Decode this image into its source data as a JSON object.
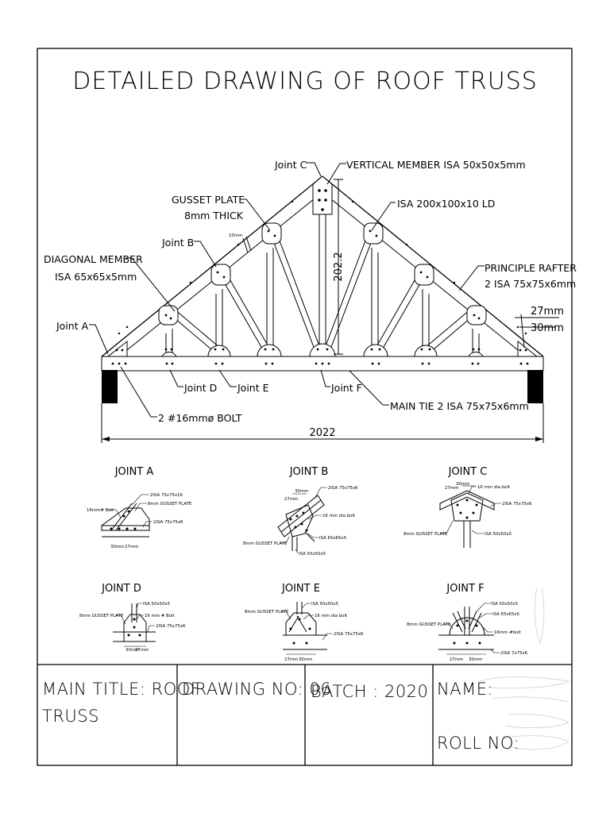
{
  "title": "DETAILED DRAWING OF ROOF TRUSS",
  "callouts": {
    "joint_c": "Joint C",
    "vertical_member": "VERTICAL MEMBER ISA 50x50x5mm",
    "gusset_plate_1": "GUSSET PLATE",
    "gusset_plate_2": "8mm THICK",
    "isa_ld": "ISA 200x100x10 LD",
    "joint_b": "Joint B",
    "diagonal_member_1": "DIAGONAL MEMBER",
    "diagonal_member_2": "ISA 65x65x5mm",
    "principle_rafter_1": "PRINCIPLE RAFTER",
    "principle_rafter_2": "2 ISA 75x75x6mm",
    "joint_a": "Joint A",
    "joint_d": "Joint D",
    "joint_e": "Joint E",
    "joint_f": "Joint F",
    "main_tie": "MAIN TIE 2 ISA 75x75x6mm",
    "bolt": "2 #16mmø BOLT"
  },
  "dimensions": {
    "height": "202.2",
    "span": "2022",
    "d27": "27mm",
    "d30": "30mm",
    "d10": "10mm"
  },
  "details": {
    "joint_a": {
      "title": "JOINT A",
      "labels": [
        "2ISA 75x75x16",
        "8mm GUSSET PLATE",
        "16mm# Bolt",
        "2ISA 75x75x6"
      ],
      "dims": [
        "30mm",
        "27mm"
      ]
    },
    "joint_b": {
      "title": "JOINT B",
      "labels": [
        "2ISA 75x75x6",
        "16 mm dia bolt",
        "ISA 65x65x5",
        "8mm GUSSET PLATE",
        "ISA 50x50x5"
      ],
      "dims": [
        "30mm",
        "27mm"
      ]
    },
    "joint_c": {
      "title": "JOINT C",
      "labels": [
        "16 mm dia bolt",
        "2ISA 75x75x6",
        "8mm GUSSET PLATE",
        "ISA 50x50x5"
      ],
      "dims": [
        "30mm",
        "27mm"
      ]
    },
    "joint_d": {
      "title": "JOINT D",
      "labels": [
        "ISA 50x50x5",
        "8mm GUSSET PLATE",
        "16 mm # Bolt",
        "2ISA 75x75x6"
      ],
      "dims": [
        "30mm",
        "27mm"
      ]
    },
    "joint_e": {
      "title": "JOINT E",
      "labels": [
        "ISA 50x50x5",
        "8mm GUSSET PLATE",
        "16 mm dia bolt",
        "2ISA 75x75x6"
      ],
      "dims": [
        "27mm",
        "30mm"
      ]
    },
    "joint_f": {
      "title": "JOINT F",
      "labels": [
        "ISA 50x50x5",
        "ISA 65x65x5",
        "8mm GUSSET PLATE",
        "16mm #bolt",
        "2ISA 7x75x6"
      ],
      "dims": [
        "27mm",
        "30mm"
      ]
    }
  },
  "title_block": {
    "main_title_1": "MAIN TITLE: ROOF",
    "main_title_2": "TRUSS",
    "drawing_no": "DRAWING NO: 06",
    "batch": "BATCH : 2020",
    "name": "NAME:",
    "roll_no": "ROLL NO:"
  }
}
